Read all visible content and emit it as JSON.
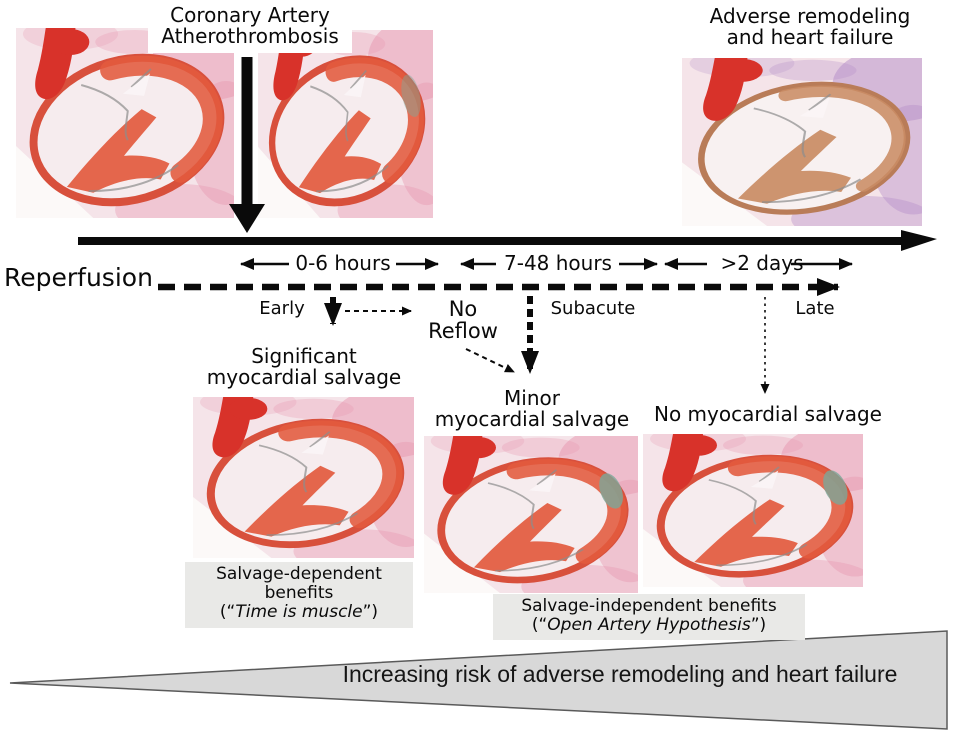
{
  "titles": {
    "coronary": {
      "line1": "Coronary Artery",
      "line2": "Atherothrombosis"
    },
    "adverse": {
      "line1": "Adverse remodeling",
      "line2": "and heart failure"
    }
  },
  "timeline": {
    "axis_label": "Reperfusion",
    "intervals": [
      {
        "range": "0-6 hours",
        "phase": "Early"
      },
      {
        "range": "7-48 hours",
        "phase": "Subacute"
      },
      {
        "range": ">2 days",
        "phase": "Late"
      }
    ],
    "no_reflow": {
      "line1": "No",
      "line2": "Reflow"
    }
  },
  "outcomes": {
    "significant": {
      "line1": "Significant",
      "line2": "myocardial salvage"
    },
    "minor": {
      "line1": "Minor",
      "line2": "myocardial salvage"
    },
    "none": {
      "line1": "No myocardial salvage"
    }
  },
  "benefits": {
    "dependent": {
      "line1": "Salvage-dependent",
      "line2": "benefits",
      "quote_open": "(“",
      "quote_italic": "Time is muscle",
      "quote_close": "”)"
    },
    "independent": {
      "line1": "Salvage-independent benefits",
      "quote_open": "(“",
      "quote_italic": "Open Artery Hypothesis",
      "quote_close": "”)"
    }
  },
  "risk_triangle": {
    "label": "Increasing risk of adverse remodeling and heart failure"
  },
  "colors": {
    "risk_triangle_fill": "#d8d8d8",
    "caption_box_fill": "#e9e9e7",
    "ink": "#0a0a0a",
    "heart_red": "#e25a3e",
    "vessel_red": "#d8322a",
    "adverse_wall_tan": "#c98c64",
    "background": "#ffffff"
  },
  "icons": {
    "big-down-arrow": "thick solid black arrow pointing down",
    "timeline-arrow": "thick solid black arrow pointing right",
    "reperfusion-dashed-arrow": "bold dashed black arrow pointing right",
    "interval-range-arrows": "outward left/right arrows flanking time ranges",
    "early-drop-arrow": "bold dashed arrow down to significant salvage",
    "no-reflow-branch-arrows": "thin dashed arrows toward and from No Reflow",
    "subacute-drop-arrow": "bold dashed arrow down to minor salvage",
    "late-drop-arrow": "thin dotted arrow down to no salvage"
  }
}
